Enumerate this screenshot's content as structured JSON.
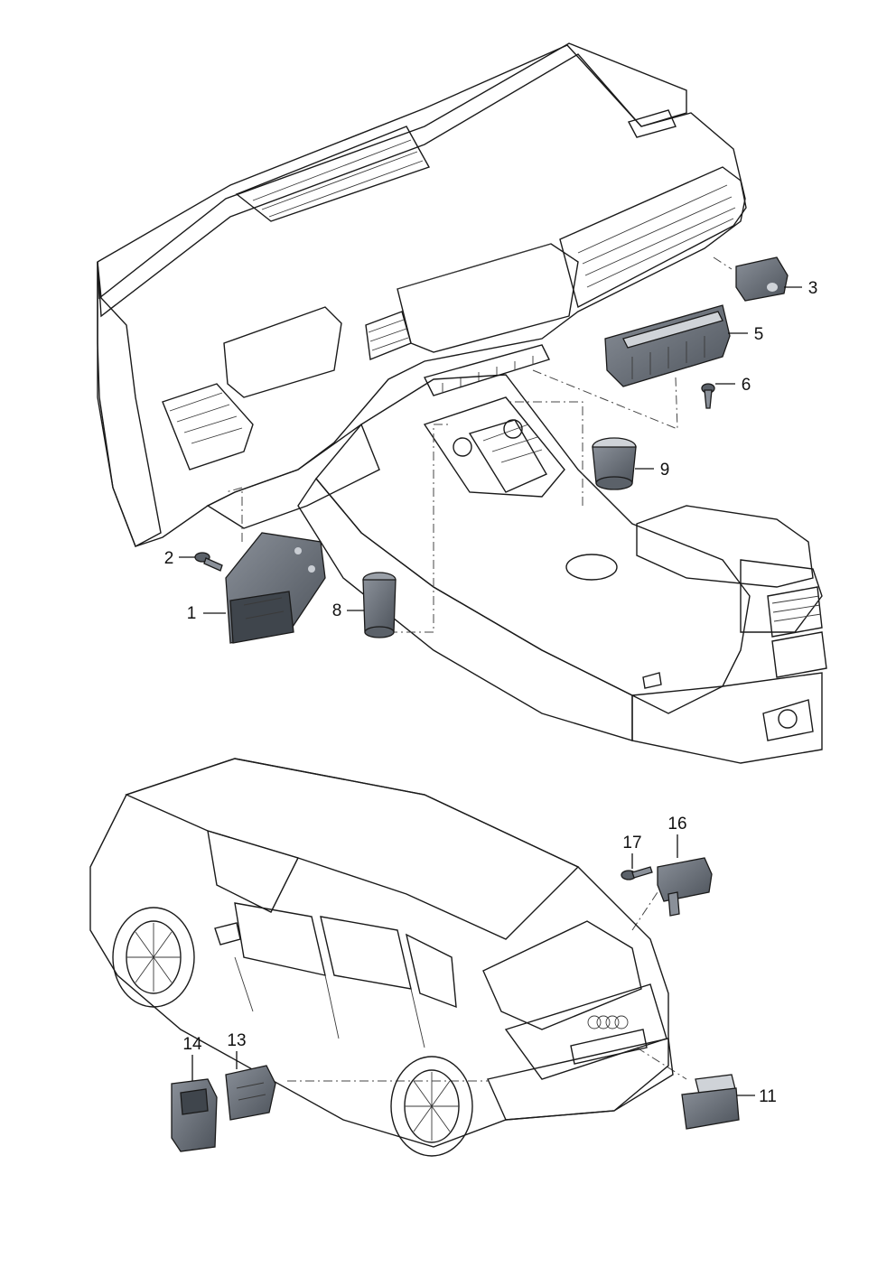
{
  "callouts": [
    {
      "id": "c1",
      "label": "1"
    },
    {
      "id": "c2",
      "label": "2"
    },
    {
      "id": "c3",
      "label": "3"
    },
    {
      "id": "c5",
      "label": "5"
    },
    {
      "id": "c6",
      "label": "6"
    },
    {
      "id": "c8",
      "label": "8"
    },
    {
      "id": "c9",
      "label": "9"
    },
    {
      "id": "c11",
      "label": "11"
    },
    {
      "id": "c13",
      "label": "13"
    },
    {
      "id": "c14",
      "label": "14"
    },
    {
      "id": "c16",
      "label": "16"
    },
    {
      "id": "c17",
      "label": "17"
    }
  ],
  "colors": {
    "outline": "#1a1a1a",
    "fill_light": "#eef0f3",
    "fill_mid": "#d9dde3",
    "fill_dark": "#9aa0a8",
    "fill_part": "#6f7680",
    "glass": "#b9bec6"
  },
  "icons": [
    "dashboard-illustration",
    "center-console-illustration",
    "suv-rear-view-illustration",
    "switch-module-part",
    "screw-part",
    "connector-part"
  ]
}
